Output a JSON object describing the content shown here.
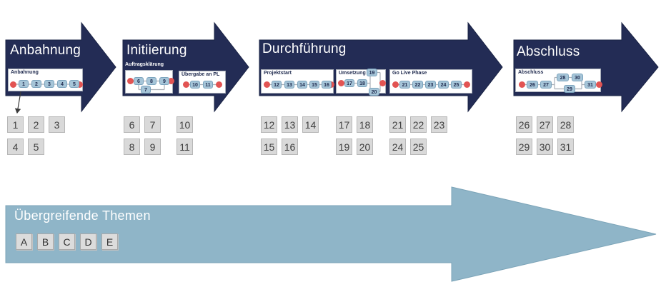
{
  "colors": {
    "phase_arrow": "#232C55",
    "phase_arrow_border": "#1A2344",
    "footer_arrow": "#8FB5C8",
    "footer_arrow_border": "#7CA4B8",
    "chip_fill": "#A6C5D8",
    "chip_border": "#7BA3BD",
    "milestone_dot": "#E25453",
    "strip_bg": "#FFFFFF",
    "task_box_fill": "#D9D9D9"
  },
  "phases": [
    {
      "id": "anbahnung",
      "title": "Anbahnung",
      "groups": [
        {
          "label": "Anbahnung",
          "label_placement": "inside",
          "timeline": {
            "main": [
              "1",
              "2",
              "3",
              "4",
              "5"
            ]
          }
        }
      ],
      "task_groups": [
        {
          "rows": [
            [
              "1",
              "2",
              "3"
            ],
            [
              "4",
              "5"
            ]
          ]
        }
      ]
    },
    {
      "id": "initiierung",
      "title": "Initiierung",
      "groups": [
        {
          "label": "Auftragsklärung",
          "label_placement": "above",
          "timeline": {
            "main": [
              "6",
              "8",
              "9"
            ],
            "branch_below": [
              "7"
            ]
          }
        },
        {
          "label": "Übergabe an PL",
          "label_placement": "inside",
          "timeline": {
            "main": [
              "10",
              "11"
            ]
          }
        }
      ],
      "task_groups": [
        {
          "rows": [
            [
              "6",
              "7"
            ],
            [
              "8",
              "9"
            ]
          ]
        },
        {
          "rows": [
            [
              "10"
            ],
            [
              "11"
            ]
          ]
        }
      ]
    },
    {
      "id": "durchfuehrung",
      "title": "Durchführung",
      "groups": [
        {
          "label": "Projektstart",
          "label_placement": "inside",
          "timeline": {
            "main": [
              "12",
              "13",
              "14",
              "15",
              "16"
            ]
          }
        },
        {
          "label": "Umsetzung",
          "label_placement": "inside",
          "timeline": {
            "main": [
              "17",
              "18"
            ],
            "fork_top": [
              "19"
            ],
            "fork_bottom": [
              "20"
            ]
          }
        },
        {
          "label": "Go Live Phase",
          "label_placement": "inside",
          "timeline": {
            "main": [
              "21",
              "22",
              "23",
              "24",
              "25"
            ]
          }
        }
      ],
      "task_groups": [
        {
          "rows": [
            [
              "12",
              "13",
              "14"
            ],
            [
              "15",
              "16"
            ]
          ]
        },
        {
          "rows": [
            [
              "17",
              "18"
            ],
            [
              "19",
              "20"
            ]
          ]
        },
        {
          "rows": [
            [
              "21",
              "22",
              "23"
            ],
            [
              "24",
              "25"
            ]
          ]
        }
      ]
    },
    {
      "id": "abschluss",
      "title": "Abschluss",
      "groups": [
        {
          "label": "Abschluss",
          "label_placement": "inside",
          "timeline": {
            "main_start": [
              "26",
              "27"
            ],
            "fork_top": [
              "28",
              "30"
            ],
            "fork_bottom": [
              "29"
            ],
            "main_end": [
              "31"
            ]
          }
        }
      ],
      "task_groups": [
        {
          "rows": [
            [
              "26",
              "27",
              "28"
            ],
            [
              "29",
              "30",
              "31"
            ]
          ]
        }
      ]
    }
  ],
  "footer": {
    "title": "Übergreifende Themen",
    "items": [
      "A",
      "B",
      "C",
      "D",
      "E"
    ]
  }
}
